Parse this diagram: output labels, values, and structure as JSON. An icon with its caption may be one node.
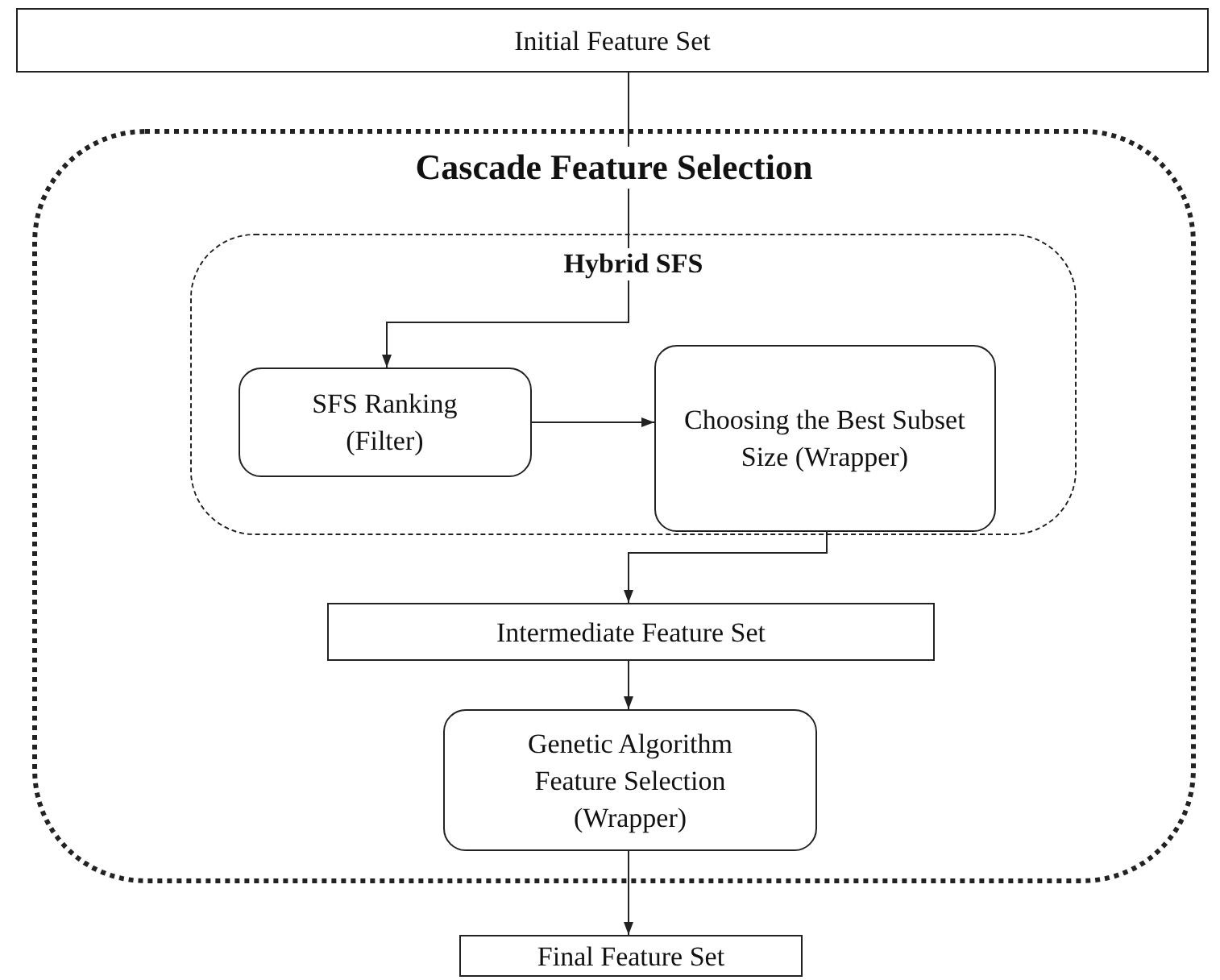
{
  "diagram": {
    "nodes": [
      {
        "text": [
          "Initial Feature Set"
        ]
      },
      {
        "text": [
          "Cascade Feature Selection"
        ]
      },
      {
        "text": [
          "Hybrid SFS"
        ],
        "in": 1
      },
      {
        "text": [
          "SFS Ranking (Filter)"
        ],
        "in": 2
      },
      {
        "text": [
          "Choosing the Best Subset Size (Wrapper)"
        ],
        "in": 2
      },
      {
        "text": [
          "Intermediate Feature Set"
        ],
        "in": 1
      },
      {
        "text": [
          "Genetic Algorithm Feature Selection (Wrapper)"
        ],
        "in": 1
      },
      {
        "text": [
          "Final Feature Set"
        ]
      }
    ],
    "edges": [
      {
        "from": 0,
        "to": 3,
        "arrow": "to"
      },
      {
        "from": 3,
        "to": 4,
        "arrow": "to"
      },
      {
        "from": 4,
        "to": 5,
        "arrow": "to"
      },
      {
        "from": 5,
        "to": 6,
        "arrow": "to"
      },
      {
        "from": 6,
        "to": 7,
        "arrow": "to"
      }
    ]
  }
}
